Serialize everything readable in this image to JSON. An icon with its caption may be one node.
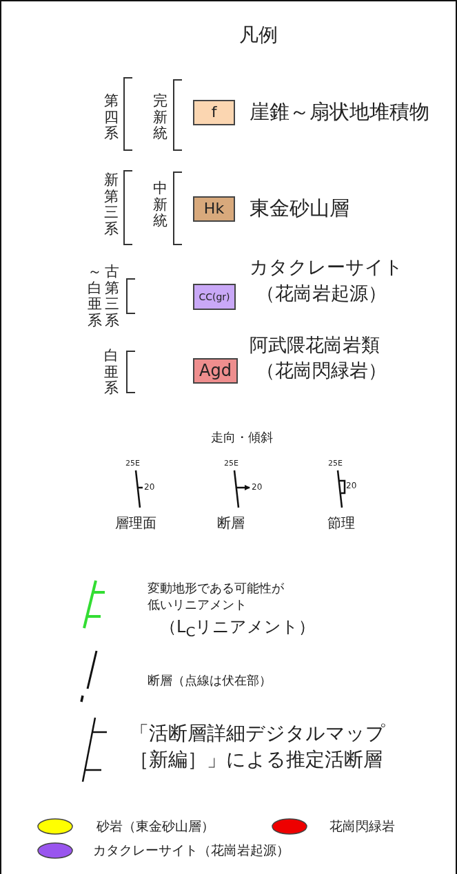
{
  "diagram": {
    "title": "凡例",
    "nodes": [
      {
        "text": [
          "f"
        ],
        "beside": [
          "崖錐～扇状地堆積物"
        ]
      },
      {
        "text": [
          "Hk"
        ],
        "beside": [
          "東金砂山層"
        ]
      },
      {
        "text": [
          "CC(gr)"
        ],
        "beside": [
          "カタクレーサイト",
          "（花崗岩起源）"
        ]
      },
      {
        "text": [
          "Agd"
        ],
        "beside": [
          "阿武隈花崗岩類",
          "（花崗閃緑岩）"
        ]
      }
    ],
    "labels": [
      "第四系",
      "完新統",
      "新第三系",
      "中新統",
      "古第三系～白亜系",
      "白亜系",
      "走向・傾斜",
      "25E",
      "20",
      "25E",
      "20",
      "25E",
      "20",
      "層理面",
      "断層",
      "節理",
      "変動地形である可能性が低いリニアメント",
      "（L$_{C}$リニアメント）",
      "断層（点線は伏在部）",
      "「活断層詳細デジタルマップ［新編］」による推定活断層"
    ],
    "legend": [
      {
        "text": "砂岩（東金砂山層）",
        "color": "#ffff00"
      },
      {
        "text": "花崗閃緑岩",
        "color": "#ee0000"
      },
      {
        "text": "カタクレーサイト（花崗岩起源）",
        "color": "#9955ee"
      }
    ]
  }
}
